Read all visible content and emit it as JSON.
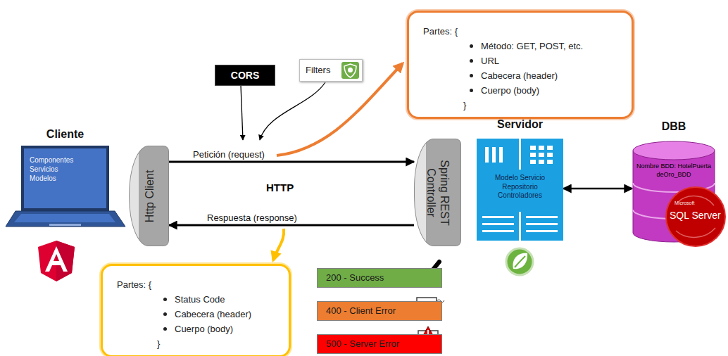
{
  "diagram": {
    "nodes": [
      {
        "text": [
          "CORS"
        ]
      },
      {
        "text": [
          "Filters"
        ]
      },
      {
        "text": [
          "Partes: {",
          "Método: GET, POST, etc.",
          "URL",
          "Cabecera (header)",
          "Cuerpo (body)",
          "}"
        ]
      },
      {
        "text": [
          "Cliente",
          "Componentes Servicios Modelos"
        ]
      },
      {
        "text": [
          "Http Client"
        ]
      },
      {
        "text": [
          "Spring REST Controller"
        ]
      },
      {
        "text": [
          "Servidor",
          "Modelo Servicio Repositorio Controladores"
        ]
      },
      {
        "text": [
          "DBB",
          "Nombre BDD: HotelPuertadeOro_BDD"
        ]
      },
      {
        "text": [
          "Partes: {",
          "Status Code",
          "Cabecera (header)",
          "Cuerpo (body)",
          "}"
        ]
      },
      {
        "text": [
          "200 - Success"
        ]
      },
      {
        "text": [
          "400 - Client Error"
        ]
      },
      {
        "text": [
          "500 - Server Error"
        ]
      }
    ],
    "edges": [
      {
        "from": 4,
        "to": 5,
        "label": "Petición (request)",
        "arrow": "to"
      },
      {
        "from": 5,
        "to": 4,
        "label": "Respuesta (response)",
        "arrow": "to"
      },
      {
        "from": 6,
        "to": 7,
        "arrow": "both"
      }
    ],
    "labels": [
      "HTTP",
      "Microsoft",
      "SQL Server"
    ]
  }
}
